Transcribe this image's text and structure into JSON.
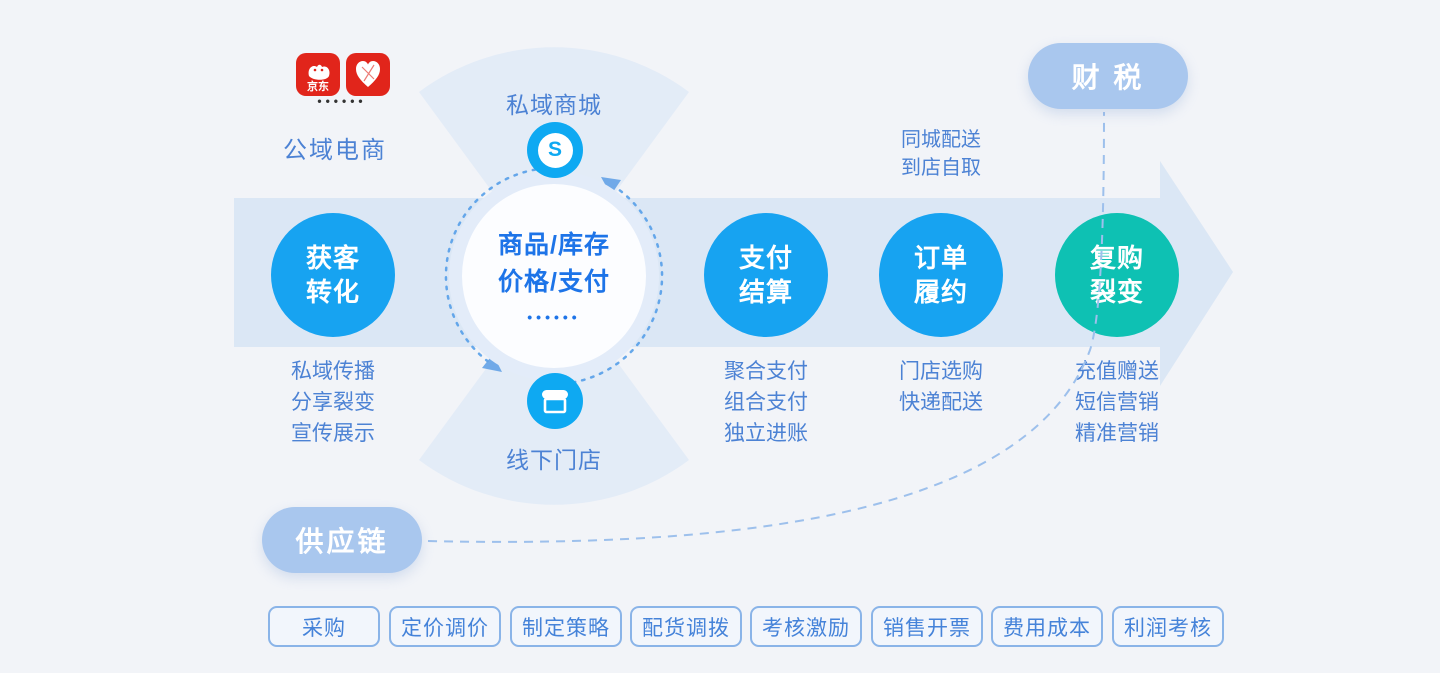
{
  "colors": {
    "accent_blue": "#17A3F1",
    "teal": "#0EC1B3",
    "brand_red": "#E1251B",
    "pill_blue": "#A9C7EE",
    "text_blue": "#4C82D4",
    "deep_blue": "#1D74E8"
  },
  "public_ecommerce": {
    "label": "公域电商",
    "dots": "••••••",
    "jd_text": "京东",
    "apps": [
      {
        "icon": "jd-app-icon"
      },
      {
        "icon": "pinduoduo-app-icon"
      }
    ]
  },
  "cycle": {
    "top_label": "私域商城",
    "top_icon": "miniprogram-icon",
    "bottom_label": "线下门店",
    "bottom_icon": "store-icon",
    "mp_glyph": "S",
    "center": {
      "line1": "商品/库存",
      "line2": "价格/支付",
      "dots": "••••••"
    }
  },
  "flow_steps": [
    {
      "line1": "获客",
      "line2": "转化",
      "notes": [
        "私域传播",
        "分享裂变",
        "宣传展示"
      ]
    },
    {
      "line1": "支付",
      "line2": "结算",
      "notes": [
        "聚合支付",
        "组合支付",
        "独立进账"
      ]
    },
    {
      "line1": "订单",
      "line2": "履约",
      "notes_above": [
        "同城配送",
        "到店自取"
      ],
      "notes": [
        "门店选购",
        "快递配送"
      ]
    },
    {
      "line1": "复购",
      "line2": "裂变",
      "notes": [
        "充值赠送",
        "短信营销",
        "精准营销"
      ]
    }
  ],
  "fiscal": {
    "label": "财 税"
  },
  "supply": {
    "label": "供应链",
    "buttons": [
      "采购",
      "定价调价",
      "制定策略",
      "配货调拨",
      "考核激励",
      "销售开票",
      "费用成本",
      "利润考核"
    ]
  }
}
